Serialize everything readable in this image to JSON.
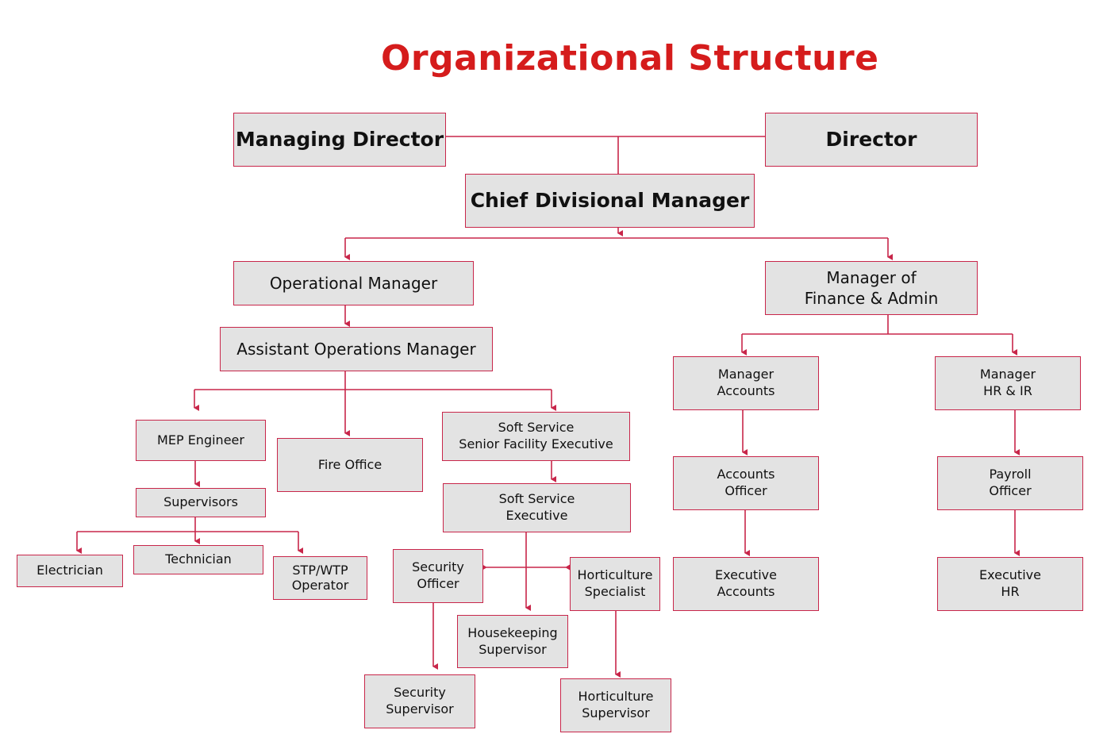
{
  "title": "Organizational Structure",
  "colors": {
    "title": "#d51c1c",
    "line": "#c8264a",
    "box": "#e3e3e3"
  },
  "nodes": {
    "md": "Managing Director",
    "dir": "Director",
    "cdm": "Chief Divisional Manager",
    "om": "Operational Manager",
    "mfa": "Manager of\nFinance & Admin",
    "aom": "Assistant Operations Manager",
    "mep": "MEP Engineer",
    "fire": "Fire Office",
    "sssfe": "Soft Service\nSenior Facility Executive",
    "sup": "Supervisors",
    "sse": "Soft Service\nExecutive",
    "elec": "Electrician",
    "tech": "Technician",
    "stp": "STP/WTP\nOperator",
    "so": "Security\nOfficer",
    "hs": "Horticulture\nSpecialist",
    "hk": "Housekeeping\nSupervisor",
    "ss": "Security\nSupervisor",
    "hsup": "Horticulture\nSupervisor",
    "ma": "Manager\nAccounts",
    "mhr": "Manager\nHR & IR",
    "ao": "Accounts\nOfficer",
    "po": "Payroll\nOfficer",
    "ea": "Executive\nAccounts",
    "ehr": "Executive\nHR"
  }
}
